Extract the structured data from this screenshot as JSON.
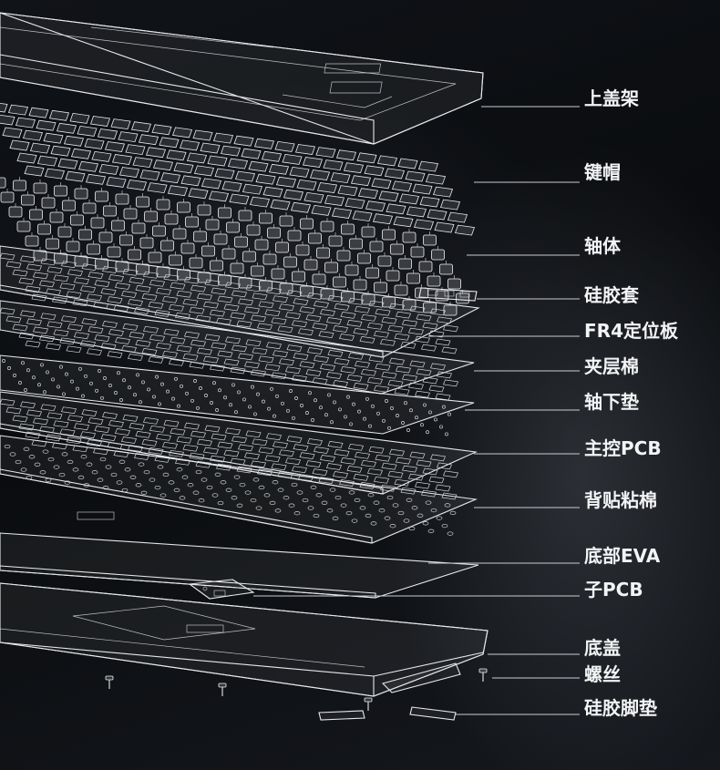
{
  "layers": [
    {
      "id": "top-case",
      "label": "上盖架"
    },
    {
      "id": "keycaps",
      "label": "键帽"
    },
    {
      "id": "switches",
      "label": "轴体"
    },
    {
      "id": "silicone-pad",
      "label": "硅胶套"
    },
    {
      "id": "fr4-plate",
      "label": "FR4定位板"
    },
    {
      "id": "sandwich-foam",
      "label": "夹层棉"
    },
    {
      "id": "switch-pad",
      "label": "轴下垫"
    },
    {
      "id": "main-pcb",
      "label": "主控PCB"
    },
    {
      "id": "back-foam",
      "label": "背贴粘棉"
    },
    {
      "id": "bottom-eva",
      "label": "底部EVA"
    },
    {
      "id": "sub-pcb",
      "label": "子PCB"
    },
    {
      "id": "bottom-case",
      "label": "底盖"
    },
    {
      "id": "screws",
      "label": "螺丝"
    },
    {
      "id": "silicone-feet",
      "label": "硅胶脚垫"
    }
  ],
  "colors": {
    "background": "#0b0d10",
    "line": "#e6e8ec",
    "text": "#f2f3f5"
  }
}
